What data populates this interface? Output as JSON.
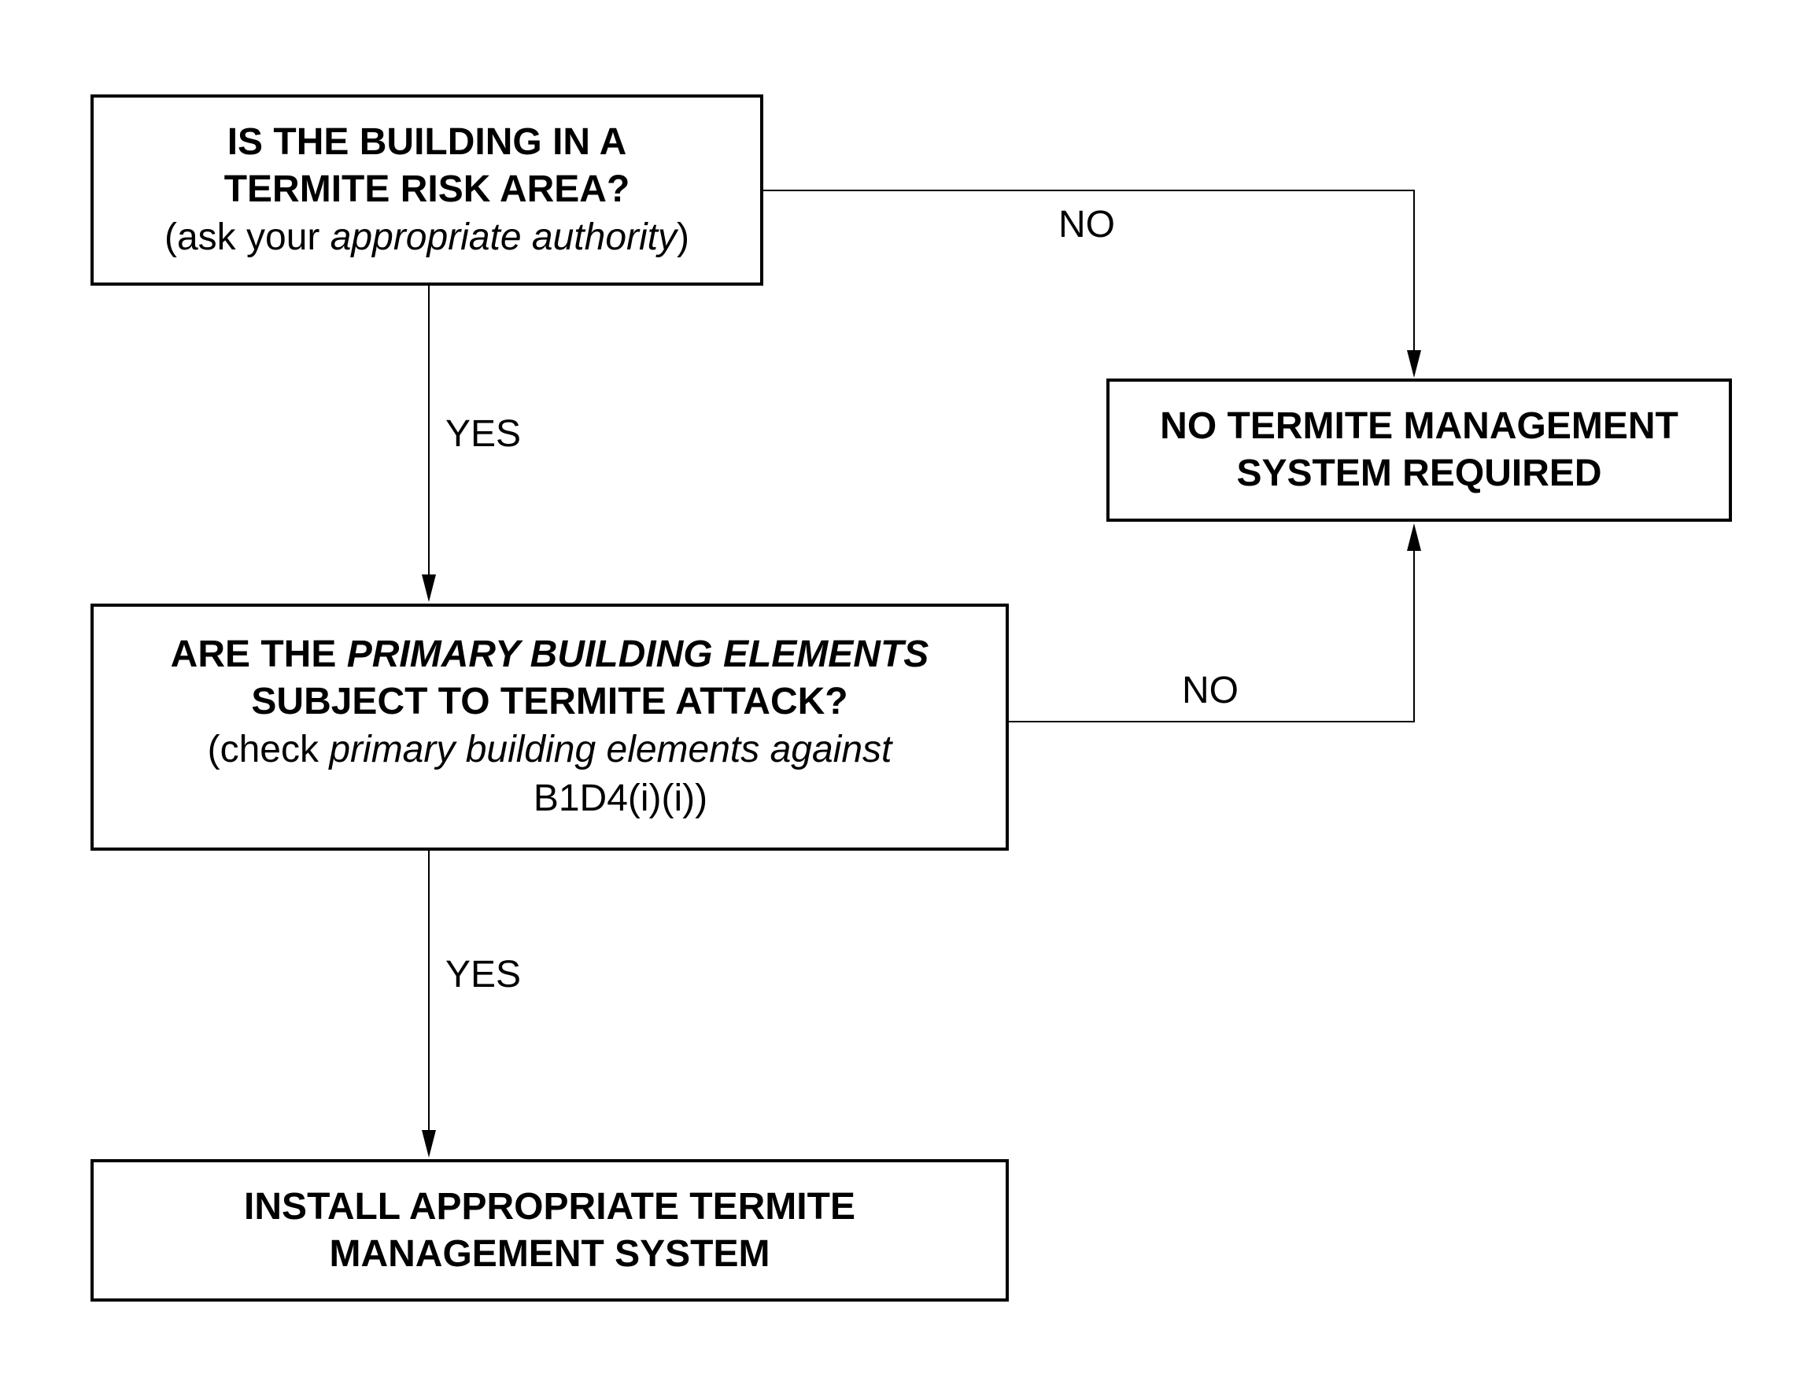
{
  "nodes": {
    "risk_area": {
      "line1": "IS THE BUILDING IN A",
      "line2": "TERMITE RISK AREA?",
      "note_prefix": "(ask your ",
      "note_italic": "appropriate authority",
      "note_suffix": ")"
    },
    "no_system": {
      "line1": "NO TERMITE MANAGEMENT",
      "line2": "SYSTEM REQUIRED"
    },
    "primary_elements": {
      "line1_prefix": "ARE THE ",
      "line1_italic": "PRIMARY BUILDING ELEMENTS",
      "line2": "SUBJECT TO TERMITE ATTACK?",
      "note_prefix": "(check ",
      "note_italic": "primary building elements against",
      "note_line2": "B1D4(i)(i))"
    },
    "install_system": {
      "line1": "INSTALL APPROPRIATE TERMITE",
      "line2": "MANAGEMENT SYSTEM"
    }
  },
  "edges": {
    "yes_1": "YES",
    "no_1": "NO",
    "no_2": "NO",
    "yes_2": "YES"
  },
  "colors": {
    "line": "#000000",
    "background": "#ffffff"
  }
}
